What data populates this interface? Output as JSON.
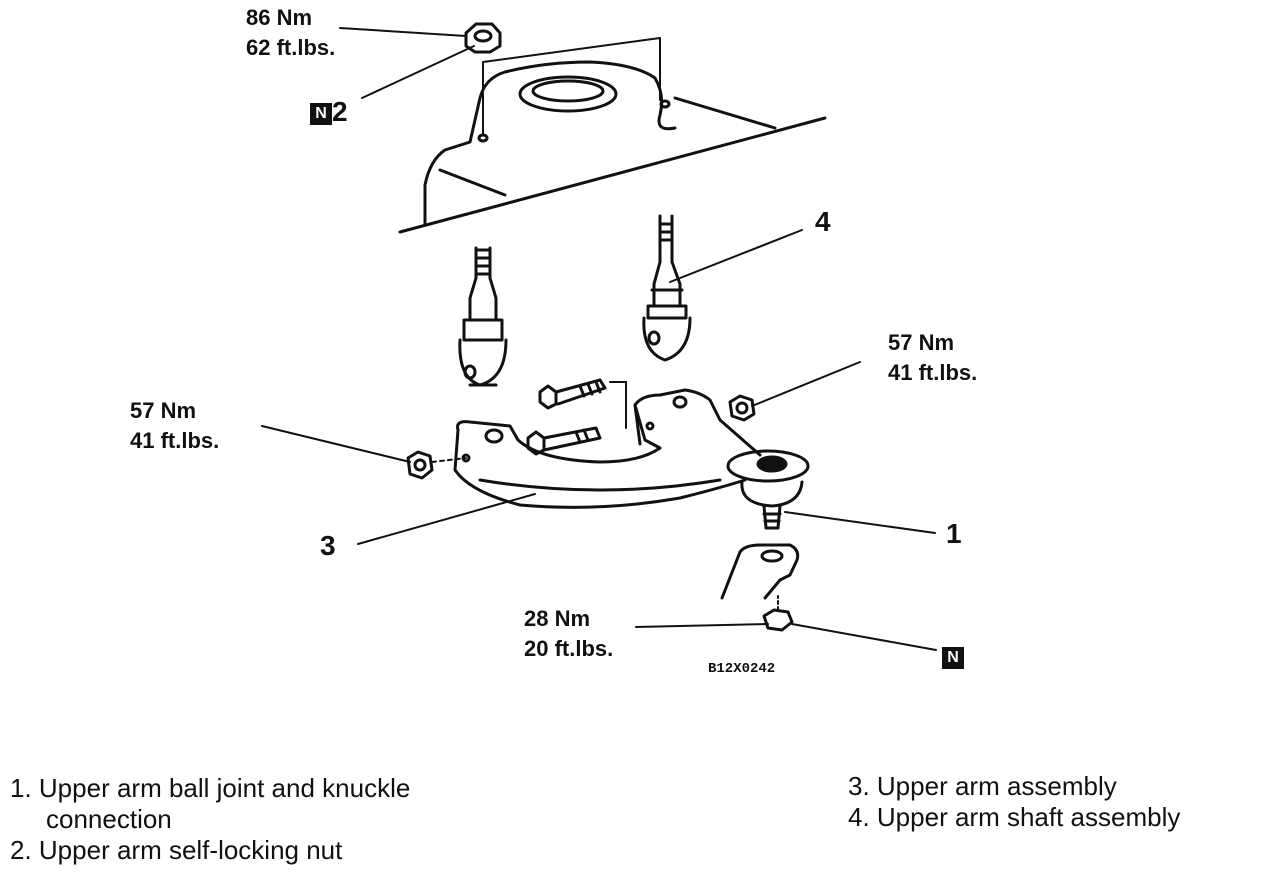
{
  "torques": {
    "top_nut": {
      "nm": "86 Nm",
      "ftlbs": "62 ft.lbs."
    },
    "right_bolt": {
      "nm": "57 Nm",
      "ftlbs": "41 ft.lbs."
    },
    "left_bolt": {
      "nm": "57 Nm",
      "ftlbs": "41 ft.lbs."
    },
    "bottom_nut": {
      "nm": "28 Nm",
      "ftlbs": "20 ft.lbs."
    }
  },
  "callouts": {
    "c1": "1",
    "c2": "2",
    "c3": "3",
    "c4": "4",
    "new_part_symbol": "N"
  },
  "figure_code": "B12X0242",
  "legend": {
    "item1_line1": "1. Upper arm ball joint and knuckle",
    "item1_line2": "connection",
    "item2": "2. Upper arm self-locking nut",
    "item3": "3. Upper arm assembly",
    "item4": "4. Upper arm shaft assembly"
  }
}
